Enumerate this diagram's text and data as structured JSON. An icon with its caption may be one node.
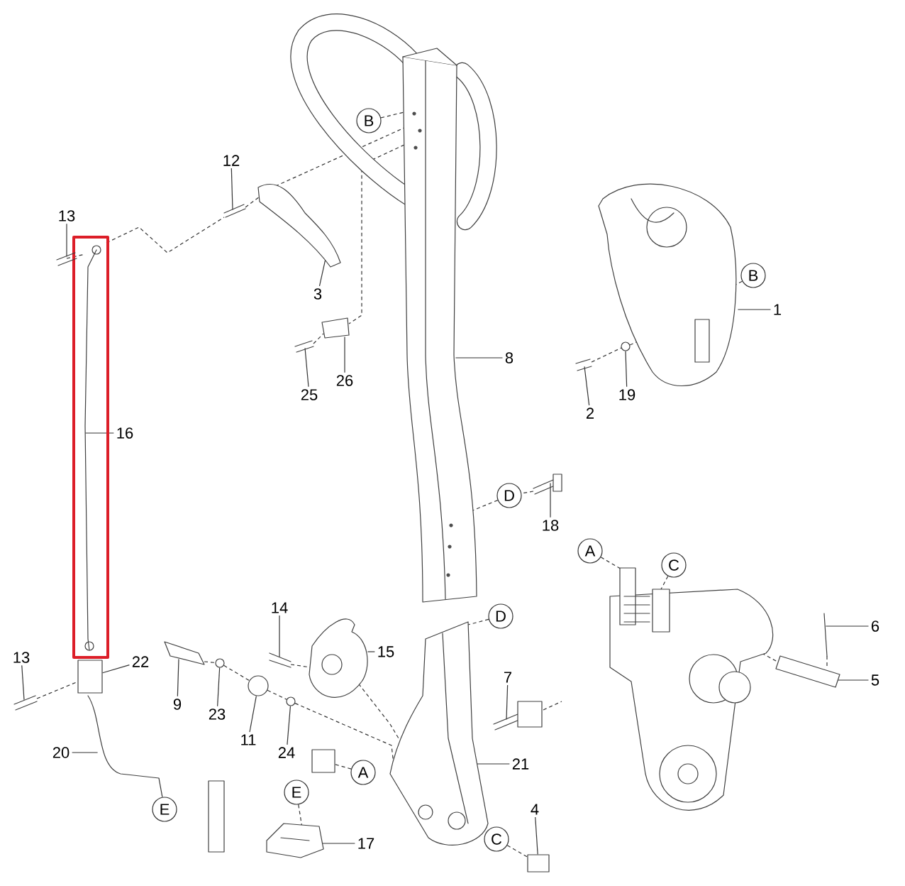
{
  "diagram": {
    "nodes": [
      {
        "text": [
          "13"
        ]
      },
      {
        "text": [
          "12"
        ]
      },
      {
        "text": [
          "B"
        ]
      },
      {
        "text": [
          "3"
        ]
      },
      {
        "text": [
          "1"
        ]
      },
      {
        "text": [
          "B"
        ]
      },
      {
        "text": [
          "8"
        ]
      },
      {
        "text": [
          "25"
        ]
      },
      {
        "text": [
          "26"
        ]
      },
      {
        "text": [
          "2"
        ]
      },
      {
        "text": [
          "19"
        ]
      },
      {
        "text": [
          "16"
        ]
      },
      {
        "text": [
          "D"
        ]
      },
      {
        "text": [
          "18"
        ]
      },
      {
        "text": [
          "A"
        ]
      },
      {
        "text": [
          "C"
        ]
      },
      {
        "text": [
          "6"
        ]
      },
      {
        "text": [
          "14"
        ]
      },
      {
        "text": [
          "15"
        ]
      },
      {
        "text": [
          "D"
        ]
      },
      {
        "text": [
          "13"
        ]
      },
      {
        "text": [
          "22"
        ]
      },
      {
        "text": [
          "5"
        ]
      },
      {
        "text": [
          "9"
        ]
      },
      {
        "text": [
          "23"
        ]
      },
      {
        "text": [
          "7"
        ]
      },
      {
        "text": [
          "11"
        ]
      },
      {
        "text": [
          "24"
        ]
      },
      {
        "text": [
          "21"
        ]
      },
      {
        "text": [
          "20"
        ]
      },
      {
        "text": [
          "A"
        ]
      },
      {
        "text": [
          "E"
        ]
      },
      {
        "text": [
          "E"
        ]
      },
      {
        "text": [
          "4"
        ]
      },
      {
        "text": [
          "17"
        ]
      },
      {
        "text": [
          "C"
        ]
      },
      {
        "text": [],
        "shape": "picture"
      },
      {
        "text": [],
        "shape": "picture"
      },
      {
        "text": [],
        "shape": "picture"
      },
      {
        "text": [],
        "shape": "picture"
      },
      {
        "text": [],
        "shape": "picture"
      },
      {
        "text": [],
        "shape": "picture"
      },
      {
        "text": [],
        "shape": "picture"
      },
      {
        "text": [],
        "shape": "picture"
      },
      {
        "text": [],
        "shape": "picture"
      },
      {
        "text": [],
        "shape": "picture"
      },
      {
        "text": [],
        "shape": "picture"
      },
      {
        "text": [],
        "shape": "picture"
      },
      {
        "text": [],
        "shape": "picture"
      },
      {
        "text": [],
        "shape": "picture"
      },
      {
        "text": [],
        "shape": "picture"
      },
      {
        "text": [],
        "shape": "box"
      },
      {
        "text": [],
        "shape": "picture"
      },
      {
        "text": [],
        "shape": "picture"
      },
      {
        "text": [],
        "shape": "circle"
      },
      {
        "text": [],
        "shape": "picture"
      },
      {
        "text": [],
        "shape": "circle"
      },
      {
        "text": [],
        "shape": "circle"
      },
      {
        "text": [],
        "shape": "picture"
      },
      {
        "text": [],
        "shape": "picture"
      },
      {
        "text": [],
        "shape": "box"
      },
      {
        "text": [],
        "shape": "picture"
      },
      {
        "text": [],
        "shape": "picture"
      },
      {
        "text": [],
        "shape": "box"
      }
    ],
    "edges": [
      {
        "from": 0,
        "to": 36,
        "arrow": "none"
      },
      {
        "from": 1,
        "to": 37,
        "arrow": "none"
      },
      {
        "from": 2,
        "to": 40,
        "arrow": "none",
        "style": "dashed"
      },
      {
        "from": 3,
        "to": 38,
        "arrow": "none"
      },
      {
        "from": 4,
        "to": 39,
        "arrow": "none"
      },
      {
        "from": 5,
        "to": 39,
        "arrow": "none",
        "style": "dashed"
      },
      {
        "from": 6,
        "to": 40,
        "arrow": "none"
      },
      {
        "from": 7,
        "to": 41,
        "arrow": "none"
      },
      {
        "from": 8,
        "to": 42,
        "arrow": "none"
      },
      {
        "from": 9,
        "to": 43,
        "arrow": "none"
      },
      {
        "from": 10,
        "to": 44,
        "arrow": "none"
      },
      {
        "from": 11,
        "to": 45,
        "arrow": "none"
      },
      {
        "from": 12,
        "to": 40,
        "arrow": "none",
        "style": "dashed"
      },
      {
        "from": 13,
        "to": 46,
        "arrow": "none"
      },
      {
        "from": 14,
        "to": 62,
        "arrow": "none",
        "style": "dashed"
      },
      {
        "from": 15,
        "to": 62,
        "arrow": "none",
        "style": "dashed"
      },
      {
        "from": 16,
        "to": 47,
        "arrow": "none"
      },
      {
        "from": 17,
        "to": 48,
        "arrow": "none"
      },
      {
        "from": 18,
        "to": 49,
        "arrow": "none"
      },
      {
        "from": 19,
        "to": 58,
        "arrow": "none",
        "style": "dashed"
      },
      {
        "from": 20,
        "to": 50,
        "arrow": "none"
      },
      {
        "from": 21,
        "to": 51,
        "arrow": "none"
      },
      {
        "from": 22,
        "to": 52,
        "arrow": "none"
      },
      {
        "from": 23,
        "to": 53,
        "arrow": "none"
      },
      {
        "from": 24,
        "to": 54,
        "arrow": "none"
      },
      {
        "from": 25,
        "to": 55,
        "arrow": "none"
      },
      {
        "from": 26,
        "to": 56,
        "arrow": "none"
      },
      {
        "from": 27,
        "to": 57,
        "arrow": "none"
      },
      {
        "from": 28,
        "to": 58,
        "arrow": "none"
      },
      {
        "from": 29,
        "to": 59,
        "arrow": "none"
      },
      {
        "from": 30,
        "to": 63,
        "arrow": "none",
        "style": "dashed"
      },
      {
        "from": 31,
        "to": 59,
        "arrow": "none"
      },
      {
        "from": 32,
        "to": 61,
        "arrow": "none",
        "style": "dashed"
      },
      {
        "from": 33,
        "to": 60,
        "arrow": "none"
      },
      {
        "from": 34,
        "to": 61,
        "arrow": "none"
      },
      {
        "from": 35,
        "to": 60,
        "arrow": "none",
        "style": "dashed"
      },
      {
        "from": 36,
        "to": 45,
        "arrow": "none",
        "style": "dashed"
      },
      {
        "from": 45,
        "to": 37,
        "arrow": "none",
        "style": "dashed"
      },
      {
        "from": 37,
        "to": 38,
        "arrow": "none",
        "style": "dashed"
      },
      {
        "from": 38,
        "to": 40,
        "arrow": "none",
        "style": "dashed"
      },
      {
        "from": 40,
        "to": 42,
        "arrow": "none",
        "style": "dashed"
      },
      {
        "from": 41,
        "to": 42,
        "arrow": "none",
        "style": "dashed"
      },
      {
        "from": 43,
        "to": 44,
        "arrow": "none",
        "style": "dashed"
      },
      {
        "from": 44,
        "to": 39,
        "arrow": "none",
        "style": "dashed"
      },
      {
        "from": 50,
        "to": 51,
        "arrow": "none",
        "style": "dashed"
      },
      {
        "from": 53,
        "to": 54,
        "arrow": "none",
        "style": "dashed"
      },
      {
        "from": 54,
        "to": 56,
        "arrow": "none",
        "style": "dashed"
      },
      {
        "from": 56,
        "to": 57,
        "arrow": "none",
        "style": "dashed"
      },
      {
        "from": 57,
        "to": 58,
        "arrow": "none",
        "style": "dashed"
      },
      {
        "from": 48,
        "to": 49,
        "arrow": "none",
        "style": "dashed"
      },
      {
        "from": 49,
        "to": 58,
        "arrow": "none",
        "style": "dashed"
      },
      {
        "from": 55,
        "to": null,
        "arrow": "none",
        "style": "dashed"
      },
      {
        "from": 62,
        "to": 52,
        "arrow": "none",
        "style": "dashed"
      },
      {
        "from": 47,
        "to": 52,
        "arrow": "none",
        "style": "dashed"
      },
      {
        "from": 46,
        "to": 12,
        "arrow": "none",
        "style": "dashed"
      }
    ]
  }
}
